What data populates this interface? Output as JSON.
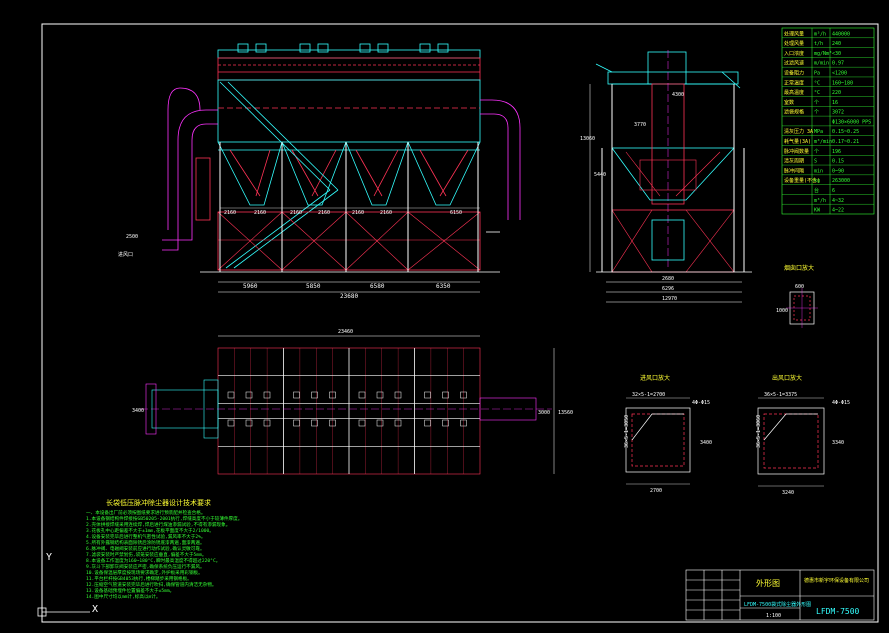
{
  "colors": {
    "background": "#000000",
    "frame": "#ffffff",
    "structure": "#33ffff",
    "steel": "#ff3355",
    "accent": "#ffff33",
    "notes": "#33ff33",
    "centerline": "#ff33ff"
  },
  "front_view": {
    "dims_bottom": [
      "5960",
      "5850",
      "6580",
      "6350"
    ],
    "dim_total": "23680",
    "dims_mid": [
      "2160",
      "2160",
      "2160",
      "2160",
      "2160",
      "2160",
      "6150"
    ],
    "inlet_label": "2500",
    "left_note": "进风口"
  },
  "side_view": {
    "dims_vertical": [
      "3770",
      "13060",
      "5440"
    ],
    "dims_top": "4300",
    "dims_bottom": [
      "2680",
      "6296",
      "12970"
    ]
  },
  "plan_view": {
    "dim_top": "23460",
    "dim_right": "13560",
    "dim_left_inlet": "3400",
    "dim_right_outlet": "3000"
  },
  "spec_table": {
    "rows": [
      {
        "name": "处理风量",
        "unit": "m³/h",
        "value": "440000"
      },
      {
        "name": "处理风量",
        "unit": "t/h",
        "value": "240"
      },
      {
        "name": "入口浓度",
        "unit": "mg/Nm³",
        "value": "<30"
      },
      {
        "name": "过滤风速",
        "unit": "m/min",
        "value": "0.97"
      },
      {
        "name": "设备阻力",
        "unit": "Pa",
        "value": "<1200"
      },
      {
        "name": "正常温度",
        "unit": "°C",
        "value": "160~180"
      },
      {
        "name": "最高温度",
        "unit": "°C",
        "value": "220"
      },
      {
        "name": "室数",
        "unit": "个",
        "value": "16"
      },
      {
        "name": "滤袋规格",
        "unit": "个",
        "value": "3072"
      },
      {
        "name": "",
        "unit": "",
        "value": "Φ130×6000 PPS"
      },
      {
        "name": "清灰压力 3A",
        "unit": "MPa",
        "value": "0.15~0.25"
      },
      {
        "name": "耗气量(3A)",
        "unit": "m³/min",
        "value": "0.17~0.21"
      },
      {
        "name": "脉冲阀数量",
        "unit": "个",
        "value": "196"
      },
      {
        "name": "清灰周期",
        "unit": "S",
        "value": "0.15"
      },
      {
        "name": "脉冲间隔",
        "unit": "min",
        "value": "0~90"
      },
      {
        "name": "设备重量(不含)",
        "unit": "kg",
        "value": "263000"
      },
      {
        "name": "",
        "unit": "台",
        "value": "6"
      },
      {
        "name": "",
        "unit": "m³/h",
        "value": "4~32"
      },
      {
        "name": "",
        "unit": "KW",
        "value": "4~22"
      }
    ]
  },
  "details": {
    "chimney": {
      "title": "烟囱口放大",
      "dim_w": "600",
      "dim_h": "1000"
    },
    "inlet": {
      "title": "进风口放大",
      "dim_top": "32×5-1=2700",
      "dim_side": "36×5-1=3050",
      "dim_right": "3400",
      "dim_bottom": "2700",
      "note": "4Φ-Φ15"
    },
    "outlet": {
      "title": "出风口放大",
      "dim_top": "36×5-1=3375",
      "dim_side": "36×5-1=3060",
      "dim_right": "3340",
      "dim_bottom": "3240",
      "note": "4Φ-Φ15"
    }
  },
  "notes": {
    "heading": "长袋低压脉冲除尘器设计技术要求",
    "lines": [
      "一、本设备出厂前必须按图纸要求进行预装配并检查合格。",
      "1.本设备钢结构件焊接按GB50205-2001执行,焊缝高度不小于较薄件厚度。",
      "2.壳体拼接焊缝采用连续焊,焊后进行煤油渗漏试验,不得有渗漏现象。",
      "3.花板孔中心距偏差不大于±1mm,花板平面度不大于2/1000。",
      "4.设备安装完毕后进行整机气密性试验,漏风率不大于2%。",
      "5.所有外露钢结构表面除锈后涂防锈底漆两遍,面漆两遍。",
      "6.脉冲阀、电磁阀安装前应进行动作试验,确认灵敏可靠。",
      "7.滤袋安装时严禁划伤,袋笼安装应垂直,偏差不大于5mm。",
      "8.本设备工作温度为160~180°C,瞬时最高温度不得超过220°C。",
      "9.灰斗下部卸灰阀安装应严密,确保系统负压运行不漏风。",
      "10.设备保温层厚度按现场要求确定,外护板采用彩钢板。",
      "11.平台栏杆按GB4053执行,楼梯踏步采用钢格板。",
      "12.压缩空气管道安装完毕后进行吹扫,确保管道内清洁无杂物。",
      "13.设备基础预埋件位置偏差不大于±5mm。",
      "14.图中尺寸均以mm计,标高以m计。"
    ]
  },
  "title_block": {
    "drawing_name": "外形图",
    "company": "德惠市新宇环保设备有限公司",
    "product": "LFDM-7500袋式除尘器外形图",
    "code": "LFDM-7500",
    "scale": "1:100"
  },
  "axis": {
    "y": "Y",
    "x": "X"
  }
}
